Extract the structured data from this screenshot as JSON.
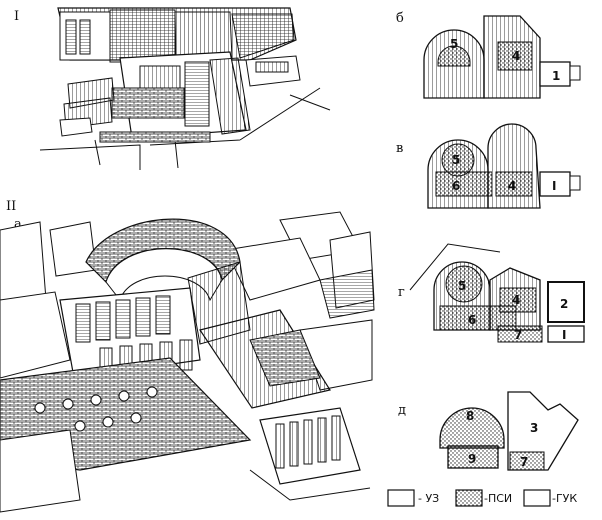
{
  "figure_labels": {
    "top_left": "I",
    "bottom_left": "II",
    "sub_a": "а",
    "plan_b": "б",
    "plan_v": "в",
    "plan_g": "г",
    "plan_d": "д"
  },
  "plans": {
    "b": [
      "5",
      "4",
      "1"
    ],
    "v": [
      "5",
      "6",
      "4",
      "I"
    ],
    "g": [
      "5",
      "4",
      "2",
      "6",
      "7",
      "I"
    ],
    "d": [
      "8",
      "3",
      "9",
      "7"
    ]
  },
  "legend": [
    {
      "pattern": "empty",
      "label": "- УЗ"
    },
    {
      "pattern": "dotted",
      "label": "-ПСИ"
    },
    {
      "pattern": "empty",
      "label": "-ГУК"
    }
  ]
}
